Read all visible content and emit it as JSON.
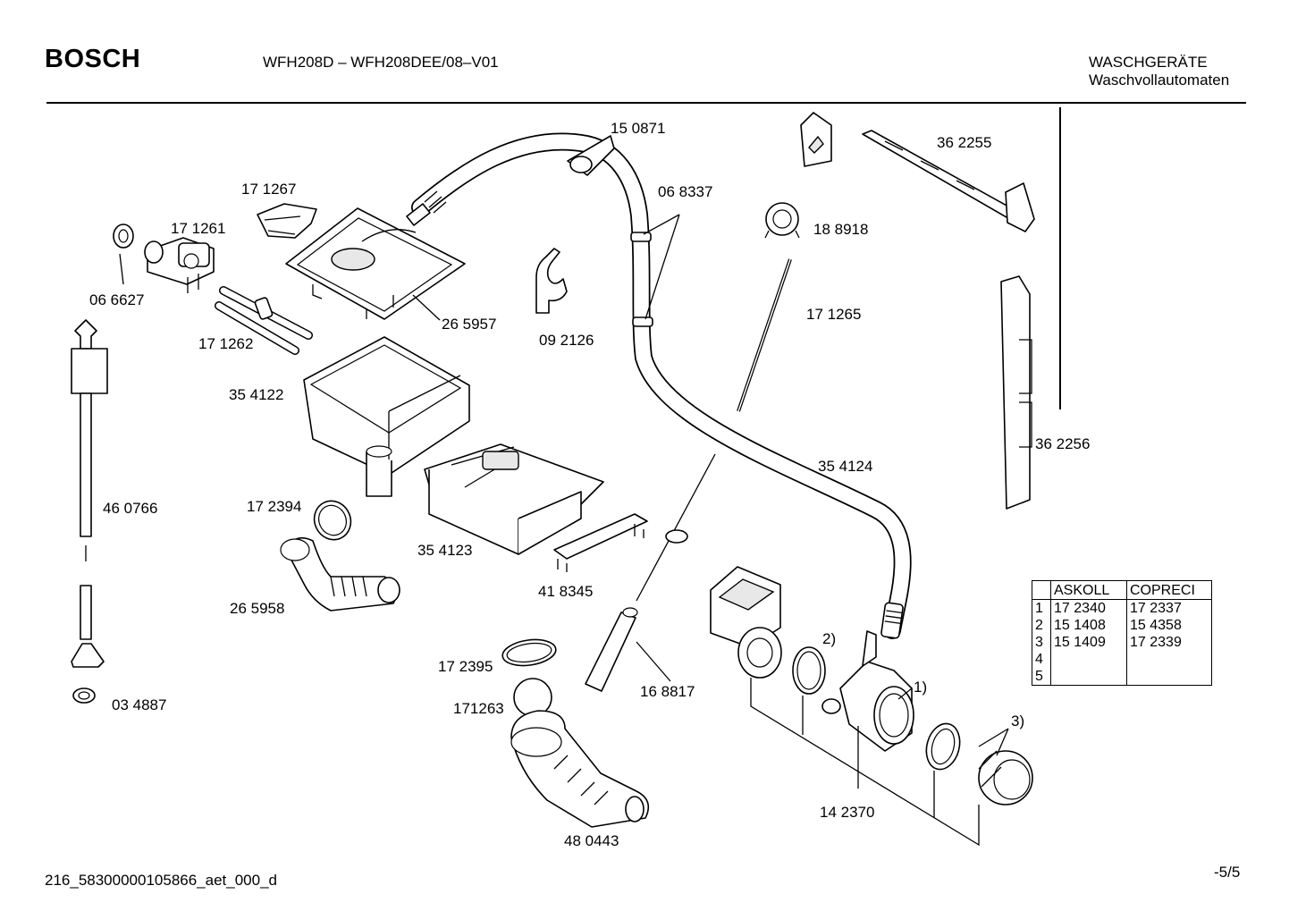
{
  "header": {
    "brand": "BOSCH",
    "model": "WFH208D – WFH208DEE/08–V01",
    "category": "WASCHGERÄTE",
    "subcategory": "Waschvollautomaten"
  },
  "footer": {
    "document_id": "216_58300000105866_aet_000_d",
    "page": "-5/5"
  },
  "parts": {
    "p150871": "15 0871",
    "p068337": "06 8337",
    "p171267": "17 1267",
    "p171261": "17 1261",
    "p066627": "06 6627",
    "p265957": "26 5957",
    "p092126": "09 2126",
    "p171262": "17 1262",
    "p354122": "35 4122",
    "p460766": "46 0766",
    "p172394": "17 2394",
    "p354123": "35 4123",
    "p418345": "41 8345",
    "p265958": "26 5958",
    "p172395": "17 2395",
    "p171263": "171263",
    "p034887": "03 4887",
    "p480443": "48 0443",
    "p168817": "16 8817",
    "p354124": "35 4124",
    "p188918": "18 8918",
    "p171265": "17 1265",
    "p362255": "36 2255",
    "p362256": "36 2256",
    "p142370": "14 2370",
    "ref1": "1)",
    "ref2": "2)",
    "ref3": "3)"
  },
  "variant_table": {
    "headers": [
      "",
      "ASKOLL",
      "COPRECI"
    ],
    "rows": [
      [
        "1",
        "17 2340",
        "17 2337"
      ],
      [
        "2",
        "15 1408",
        "15 4358"
      ],
      [
        "3",
        "15 1409",
        "17 2339"
      ],
      [
        "4",
        "",
        ""
      ],
      [
        "5",
        "",
        ""
      ]
    ]
  }
}
